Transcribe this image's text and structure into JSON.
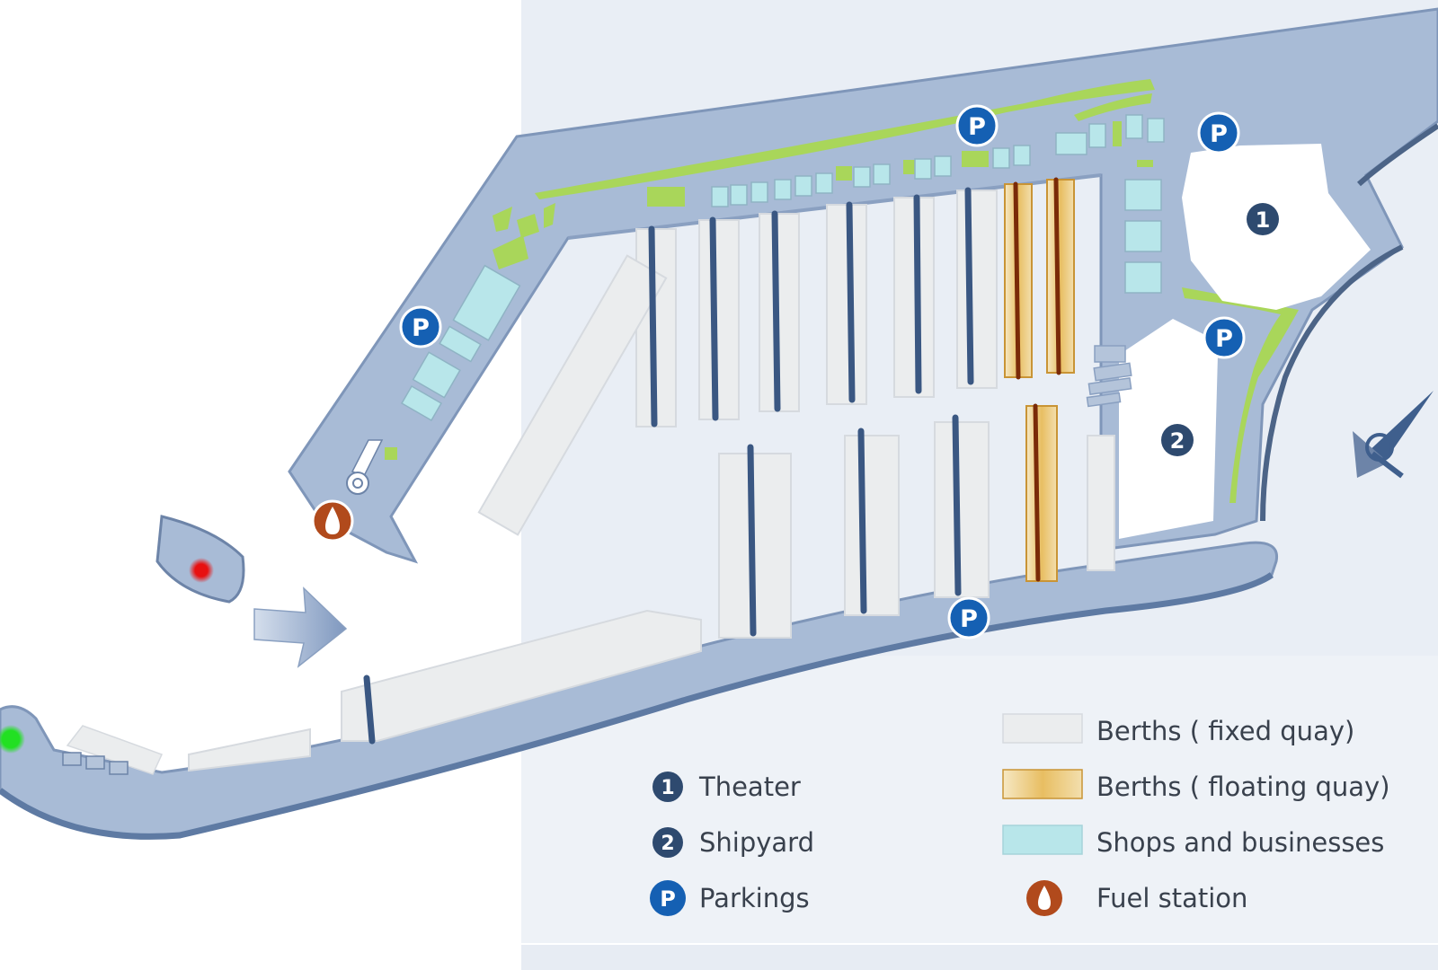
{
  "colors": {
    "quay": "#a8bbd6",
    "quay_edge": "#7f96b9",
    "water_bg": "#e9eef5",
    "fixed_berth": "#ebedee",
    "floating_berth": "#e8c06c",
    "shops": "#b8e6ea",
    "green_area": "#a9d65a",
    "parking_marker": "#1560b3",
    "number_marker": "#2e4a6f",
    "fuel_marker": "#b14a1c",
    "pier": "#3a5782"
  },
  "markers": {
    "parking_label": "P",
    "theater_number": "1",
    "shipyard_number": "2"
  },
  "legend": {
    "left": [
      {
        "icon": "1",
        "label": "Theater"
      },
      {
        "icon": "2",
        "label": "Shipyard"
      },
      {
        "icon": "P",
        "label": "Parkings"
      }
    ],
    "right": [
      {
        "label": "Berths ( fixed quay)"
      },
      {
        "label": "Berths ( floating quay)"
      },
      {
        "label": "Shops and businesses"
      },
      {
        "label": "Fuel station"
      }
    ]
  }
}
